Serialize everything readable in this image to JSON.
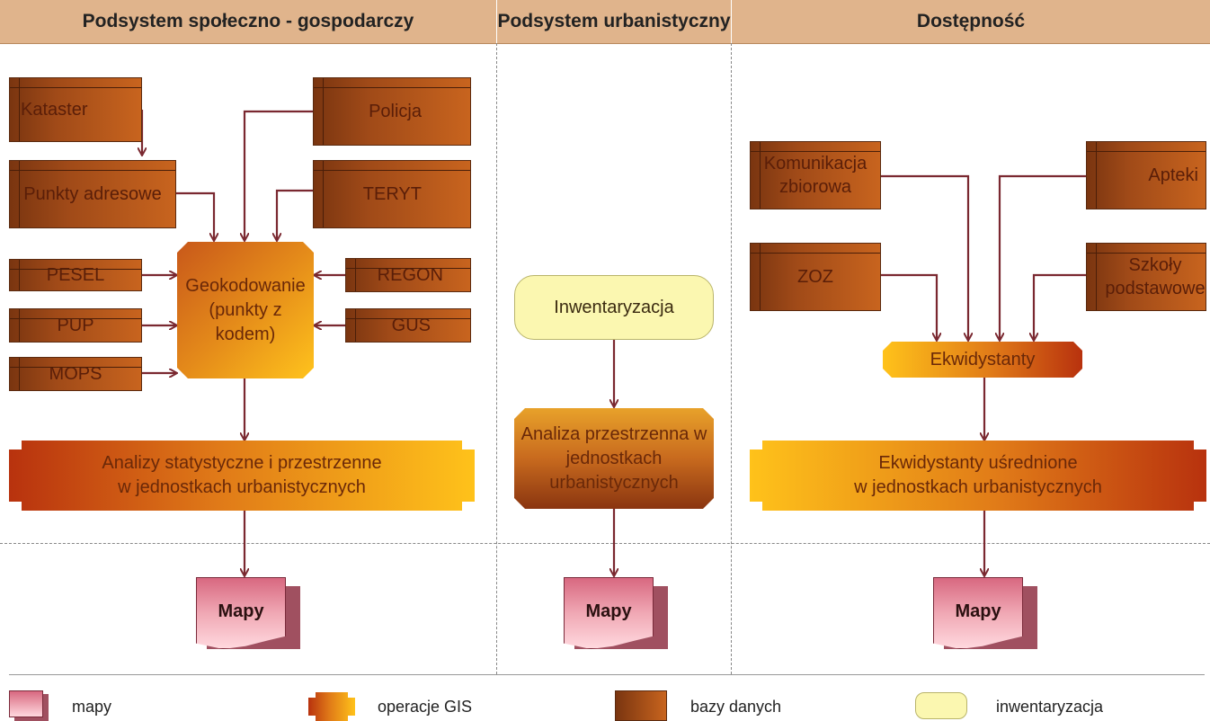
{
  "headers": {
    "col1": "Podsystem społeczno - gospodarczy",
    "col2": "Podsystem urbanistyczny",
    "col3": "Dostępność"
  },
  "databases": {
    "kataster": "Kataster",
    "punkty": "Punkty adresowe",
    "policja": "Policja",
    "teryt": "TERYT",
    "pesel": "PESEL",
    "pup": "PUP",
    "mops": "MOPS",
    "regon": "REGON",
    "gus": "GUS",
    "komunikacja": "Komunikacja zbiorowa",
    "apteki": "Apteki",
    "zoz": "ZOZ",
    "szkoly": "Szkoły podstawowe"
  },
  "operations": {
    "geokodowanie": "Geokodowanie (punkty z kodem)",
    "analizy_1": "Analizy statystyczne i przestrzenne",
    "analizy_2": "w jednostkach urbanistycznych",
    "analiza_przestrzenna": "Analiza przestrzenna w jednostkach urbanistycznych",
    "ekwidystanty": "Ekwidystanty",
    "ekw_usr_1": "Ekwidystanty uśrednione",
    "ekw_usr_2": "w jednostkach urbanistycznych"
  },
  "inventory": {
    "label": "Inwentaryzacja"
  },
  "maps": {
    "label": "Mapy"
  },
  "legend": {
    "mapy": "mapy",
    "operacje": "operacje GIS",
    "bazy": "bazy danych",
    "inwentaryzacja": "inwentaryzacja"
  },
  "colors": {
    "header_bg": "#e0b48c",
    "db_brown": "#a04a18",
    "gis_orange": "#e07a18",
    "gis_yellow": "#ffc21a",
    "map_pink": "#f0a8b4",
    "inventory_yellow": "#fbf7b0",
    "arrow": "#7a2830"
  }
}
